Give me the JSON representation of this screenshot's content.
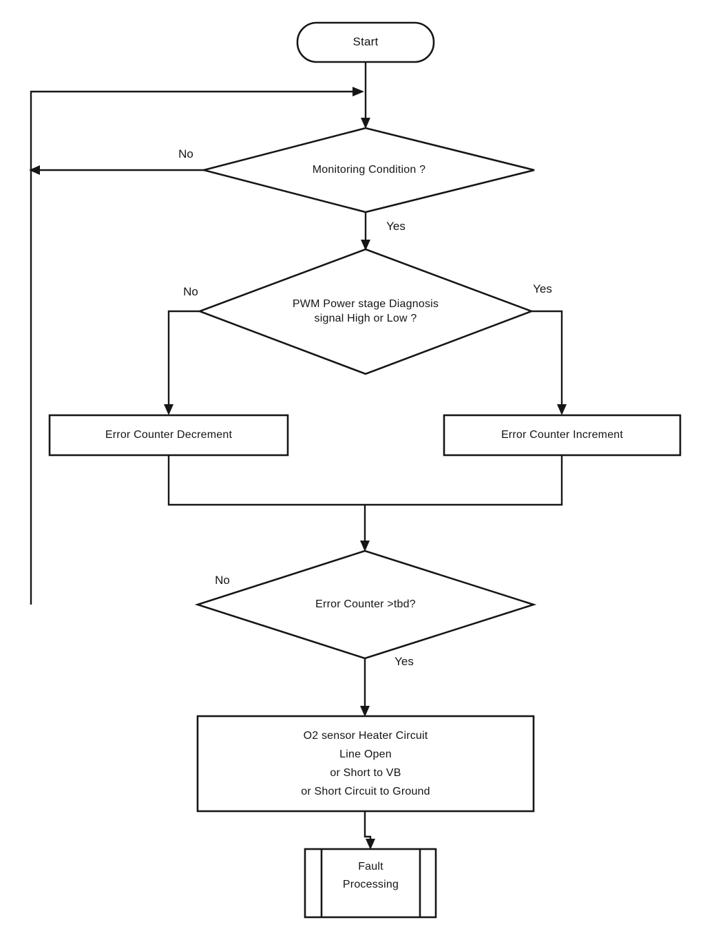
{
  "nodes": {
    "start": {
      "shape": "terminator",
      "label": "Start"
    },
    "monitoring": {
      "shape": "decision",
      "label": "Monitoring Condition ?"
    },
    "pwm": {
      "shape": "decision",
      "lines": [
        "PWM Power stage Diagnosis",
        "signal High or Low ?"
      ]
    },
    "decrement": {
      "shape": "process",
      "label": "Error Counter Decrement"
    },
    "increment": {
      "shape": "process",
      "label": "Error Counter Increment"
    },
    "threshold": {
      "shape": "decision",
      "label": "Error Counter >tbd?"
    },
    "fault_description": {
      "shape": "process",
      "lines": [
        "O2 sensor Heater Circuit",
        "Line Open",
        "or Short to VB",
        "or Short Circuit to Ground"
      ]
    },
    "fault_processing": {
      "shape": "predefined_process",
      "lines": [
        "Fault",
        "Processing"
      ]
    }
  },
  "edges": {
    "monitoring_no": "No",
    "monitoring_yes": "Yes",
    "pwm_no": "No",
    "pwm_yes": "Yes",
    "threshold_no": "No",
    "threshold_yes": "Yes"
  },
  "colors": {
    "ink": "#161616",
    "background": "#ffffff"
  }
}
